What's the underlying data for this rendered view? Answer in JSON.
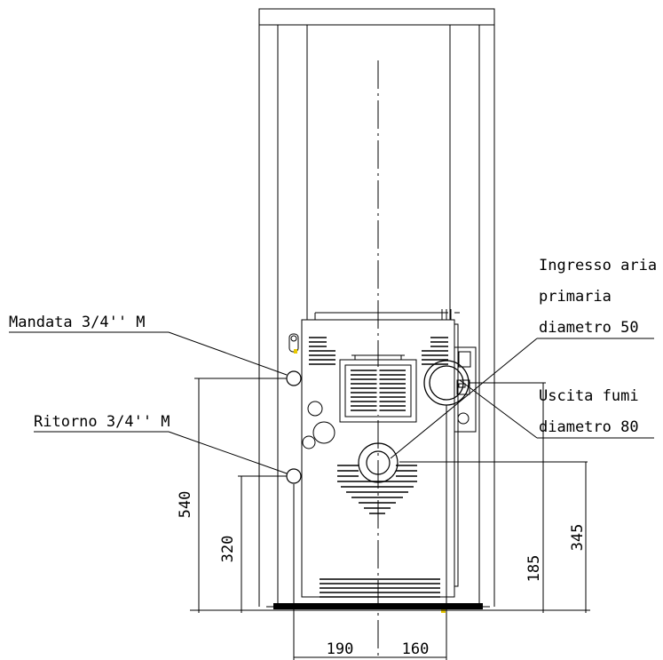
{
  "labels": {
    "supply": "Mandata 3/4'' M",
    "return": "Ritorno 3/4'' M",
    "air_inlet_line1": "Ingresso aria",
    "air_inlet_line2": "primaria",
    "air_inlet_line3": "diametro 50",
    "flue_line1": "Uscita fumi",
    "flue_line2": "diametro 80"
  },
  "dimensions": {
    "d540": "540",
    "d320": "320",
    "d345": "345",
    "d185": "185",
    "d190": "190",
    "d160": "160"
  },
  "colors": {
    "line": "#000000",
    "accent_yellow": "#e8c800"
  }
}
